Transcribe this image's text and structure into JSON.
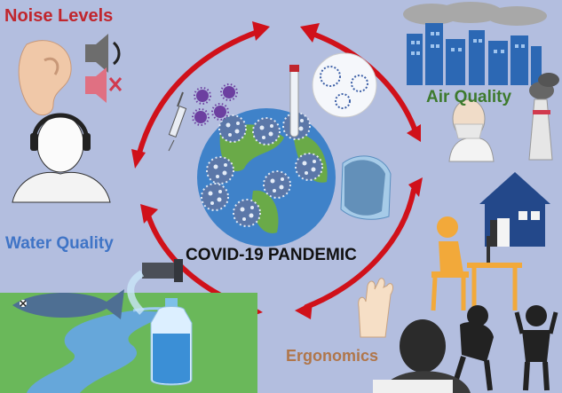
{
  "labels": {
    "noise": "Noise Levels",
    "air": "Air Quality",
    "water": "Water Quality",
    "ergonomics": "Ergonomics",
    "center": "COVID-19 PANDEMIC"
  },
  "colors": {
    "background": "#b3bedf",
    "arrow": "#d0111a",
    "noise_label": "#c0262d",
    "air_label": "#3d7a2d",
    "water_label": "#3f74c6",
    "ergonomics_label": "#b0764a",
    "ocean": "#3f82c9",
    "land": "#6aaa48",
    "virus": "#5b77a8",
    "city": "#2c68b4",
    "grass": "#6ab85a",
    "water": "#66a7da",
    "person_orange": "#f2a93a"
  },
  "icons": [
    "ear-icon",
    "speaker-icon",
    "muted-speaker-icon",
    "headphones-person-icon",
    "globe-icon",
    "virus-icon",
    "syringe-icon",
    "test-tube-icon",
    "face-shield-icon",
    "city-skyline-icon",
    "factory-icon",
    "masked-person-icon",
    "house-icon",
    "desk-worker-icon",
    "stressed-person-icon",
    "fish-icon",
    "pipe-icon",
    "river-icon",
    "water-bottle-icon",
    "raised-hand-icon"
  ]
}
